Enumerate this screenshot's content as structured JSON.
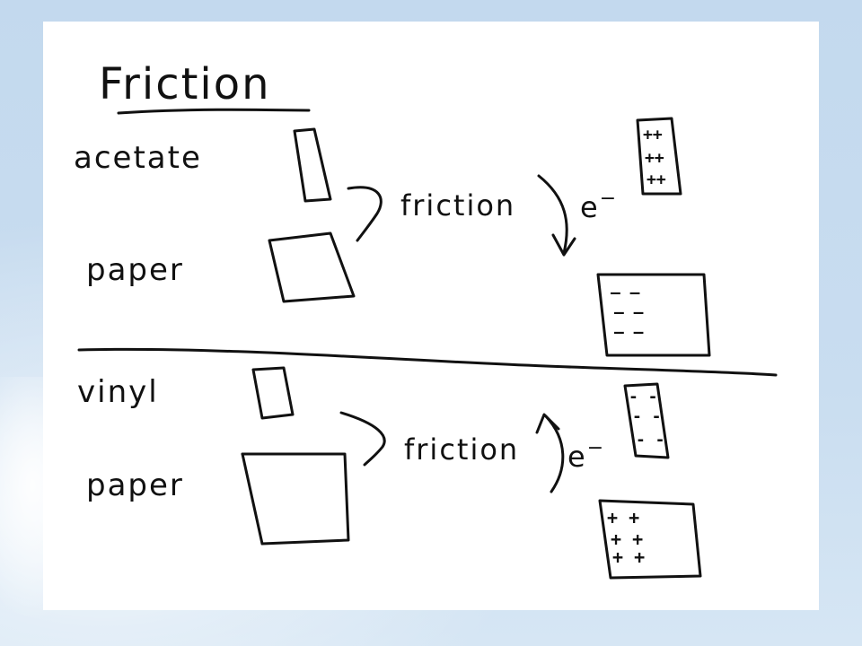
{
  "title": "Friction",
  "top_section": {
    "material_1": "acetate",
    "material_2": "paper",
    "process_label": "friction",
    "electron_label": "e",
    "electron_sup": "−",
    "charged_strip_marks": [
      "++",
      "++",
      "++"
    ],
    "charged_sheet_marks": [
      "—   —",
      "—   —",
      "—   —"
    ]
  },
  "bottom_section": {
    "material_1": "vinyl",
    "material_2": "paper",
    "process_label": "friction",
    "electron_label": "e",
    "electron_sup": "−",
    "charged_strip_marks": [
      "- -",
      "- -",
      "- -"
    ],
    "charged_sheet_marks": [
      "+   +",
      "+   +",
      "+   +"
    ]
  }
}
